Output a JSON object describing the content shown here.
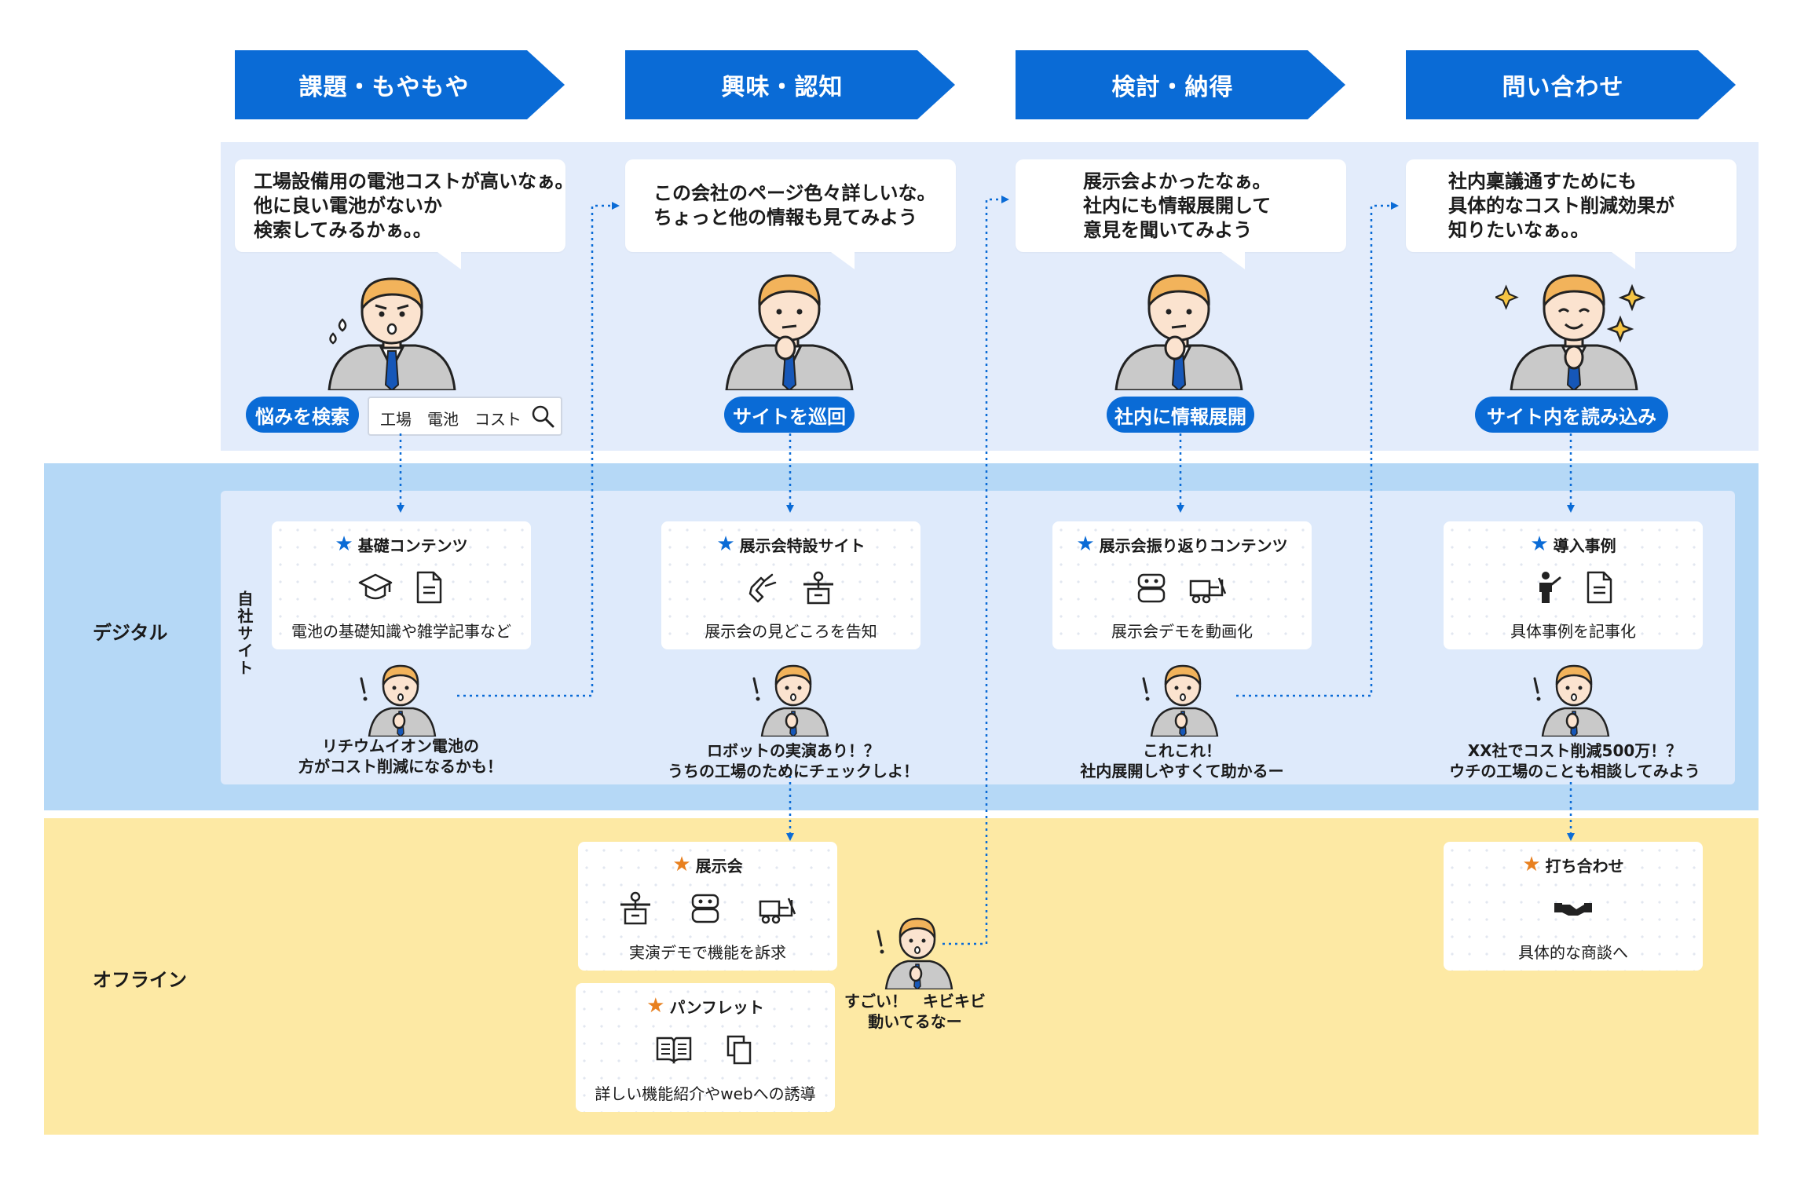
{
  "stages": [
    {
      "label": "課題・もやもや"
    },
    {
      "label": "興味・認知"
    },
    {
      "label": "検討・納得"
    },
    {
      "label": "問い合わせ"
    }
  ],
  "rows": {
    "digital": "デジタル",
    "own_site": "自社サイト",
    "offline": "オフライン"
  },
  "thoughts": [
    {
      "lines": [
        "工場設備用の電池コストが高いなぁ。",
        "他に良い電池がないか",
        "検索してみるかぁ。。"
      ],
      "action": "悩みを検索"
    },
    {
      "lines": [
        "この会社のページ色々詳しいな。",
        "ちょっと他の情報も見てみよう"
      ],
      "action": "サイトを巡回"
    },
    {
      "lines": [
        "展示会よかったなぁ。",
        "社内にも情報展開して",
        "意見を聞いてみよう"
      ],
      "action": "社内に情報展開"
    },
    {
      "lines": [
        "社内稟議通すためにも",
        "具体的なコスト削減効果が",
        "知りたいなぁ。。"
      ],
      "action": "サイト内を読み込み"
    }
  ],
  "search": {
    "terms": [
      "工場",
      "電池",
      "コスト"
    ],
    "icon": "search-icon"
  },
  "digital_cards": [
    {
      "title": "基礎コンテンツ",
      "desc": "電池の基礎知識や雑学記事など",
      "icons": [
        "graduation-cap-icon",
        "document-icon"
      ]
    },
    {
      "title": "展示会特設サイト",
      "desc": "展示会の見どころを告知",
      "icons": [
        "robot-hand-icon",
        "exhibition-booth-icon"
      ]
    },
    {
      "title": "展示会振り返りコンテンツ",
      "desc": "展示会デモを動画化",
      "icons": [
        "robot-icon",
        "forklift-icon"
      ]
    },
    {
      "title": "導入事例",
      "desc": "具体事例を記事化",
      "icons": [
        "presenter-icon",
        "document-icon"
      ]
    }
  ],
  "digital_reactions": [
    {
      "lines": [
        "リチウムイオン電池の",
        "方がコスト削減になるかも！"
      ]
    },
    {
      "lines": [
        "ロボットの実演あり！？",
        "うちの工場のためにチェックしよ！"
      ]
    },
    {
      "lines": [
        "これこれ！",
        "社内展開しやすくて助かるー"
      ]
    },
    {
      "lines": [
        "XX社でコスト削減500万！？",
        "ウチの工場のことも相談してみよう"
      ]
    }
  ],
  "offline_cards": [
    {
      "title": "展示会",
      "desc": "実演デモで機能を訴求",
      "icons": [
        "exhibition-booth-icon",
        "robot-icon",
        "forklift-icon"
      ]
    },
    {
      "title": "パンフレット",
      "desc": "詳しい機能紹介やwebへの誘導",
      "icons": [
        "open-book-icon",
        "copy-pages-icon"
      ]
    },
    {
      "title": "打ち合わせ",
      "desc": "具体的な商談へ",
      "icons": [
        "handshake-icon"
      ]
    }
  ],
  "offline_reaction": {
    "lines": [
      "すごい！　キビキビ",
      "動いてるなー"
    ]
  },
  "colors": {
    "stage_blue": "#0a6bd6",
    "top_band": "#e3ecfb",
    "digital_band": "#b5d8f6",
    "digital_panel": "#deeafb",
    "offline_band": "#fde9a4",
    "star_blue": "#0a6bd6",
    "star_orange": "#e8801f",
    "hair": "#f2b35b",
    "tie": "#1657b8"
  }
}
